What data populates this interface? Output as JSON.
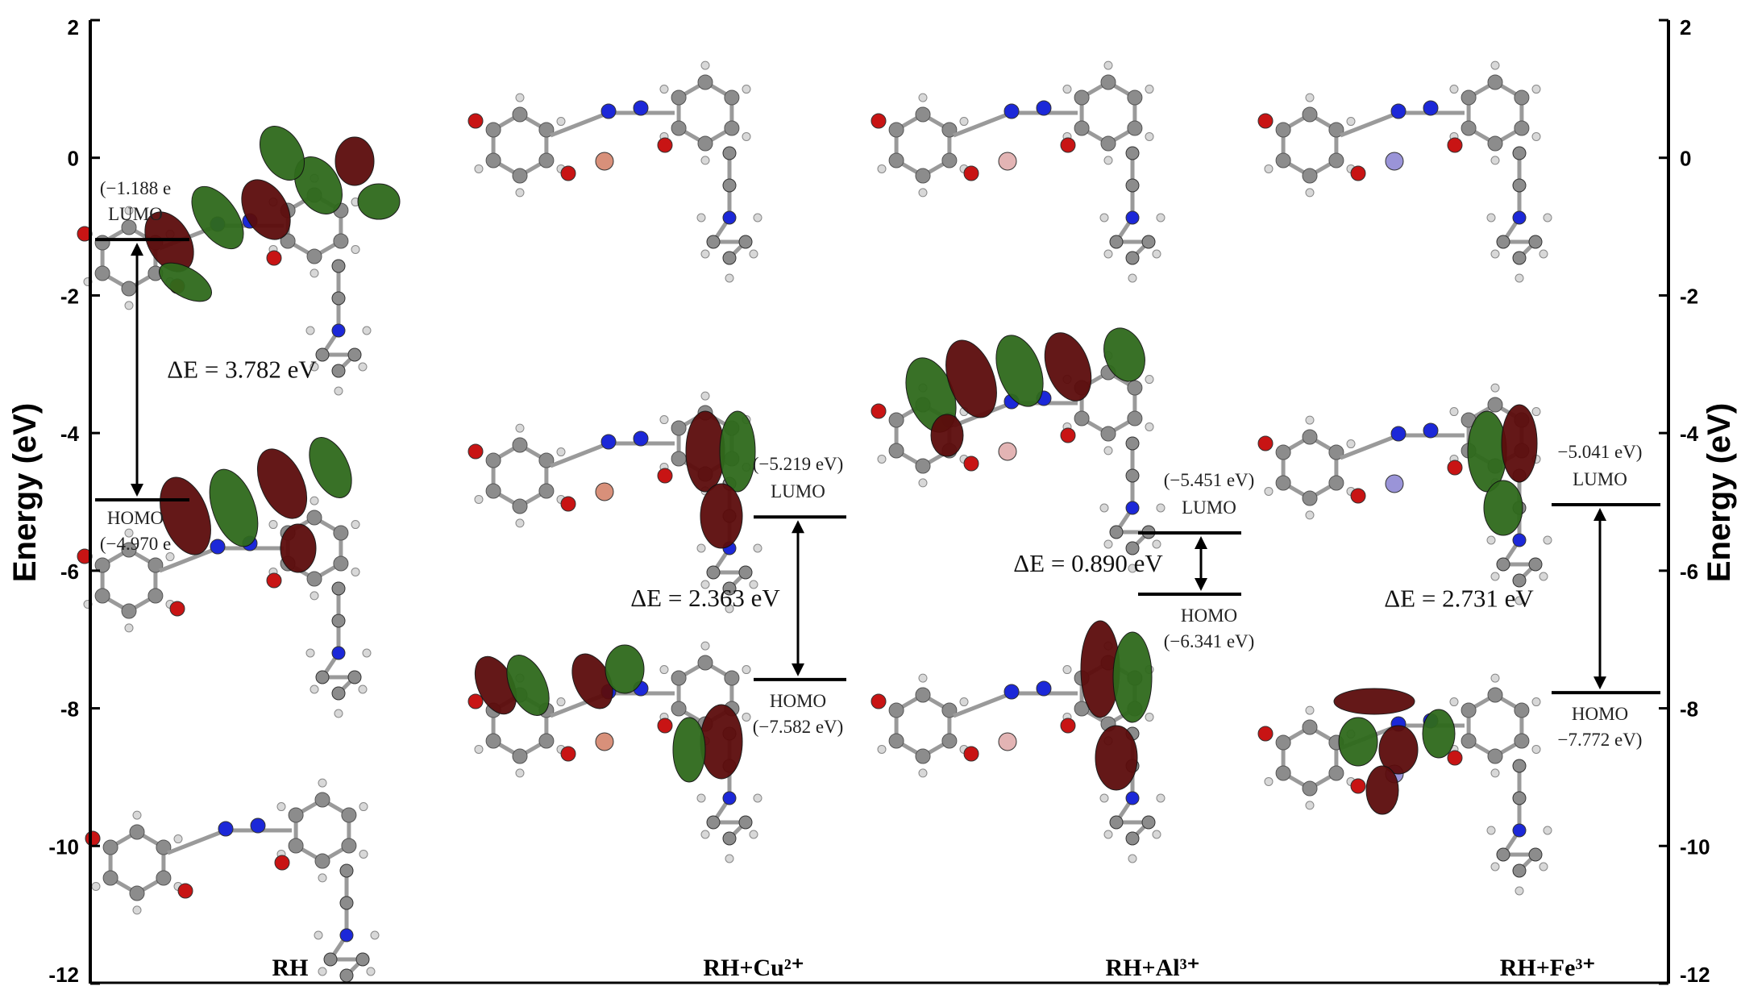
{
  "chart_data": {
    "type": "energy-level-diagram",
    "ylabel": "Energy (eV)",
    "ylim": [
      -12,
      2
    ],
    "yticks": [
      2,
      0,
      -2,
      -4,
      -6,
      -8,
      -10,
      -12
    ],
    "categories": [
      "RH",
      "RH+Cu²⁺",
      "RH+Al³⁺",
      "RH+Fe³⁺"
    ],
    "systems": [
      {
        "name": "RH",
        "lumo": -1.188,
        "homo": -4.97,
        "lumo_value_text": "(−1.188 e",
        "lumo_label": "LUMO",
        "homo_label": "HOMO",
        "homo_value_text": "(−4.970 e",
        "gap_text": "ΔE = 3.782 eV"
      },
      {
        "name": "RH+Cu²⁺",
        "lumo": -5.219,
        "homo": -7.582,
        "lumo_value_text": "(−5.219 eV)",
        "lumo_label": "LUMO",
        "homo_label": "HOMO",
        "homo_value_text": "(−7.582 eV)",
        "gap_text": "ΔE = 2.363 eV"
      },
      {
        "name": "RH+Al³⁺",
        "lumo": -5.451,
        "homo": -6.341,
        "lumo_value_text": "(−5.451 eV)",
        "lumo_label": "LUMO",
        "homo_label": "HOMO",
        "homo_value_text": "(−6.341 eV)",
        "gap_text": "ΔE = 0.890 eV"
      },
      {
        "name": "RH+Fe³⁺",
        "lumo": -5.041,
        "homo": -7.772,
        "lumo_value_text": "−5.041 eV)",
        "lumo_label": "LUMO",
        "homo_label": "HOMO",
        "homo_value_text": "−7.772 eV)",
        "gap_text": "ΔE = 2.731 eV"
      }
    ]
  },
  "colors": {
    "axis": "#000000",
    "orbital_red": "#5c0c0c",
    "orbital_green": "#2f6a1c",
    "atom_carbon": "#8c8c8c",
    "atom_hydrogen": "#d8d8d8",
    "atom_oxygen": "#c81414",
    "atom_nitrogen": "#1c28d8",
    "atom_copper": "#d8907a",
    "atom_aluminum": "#e3b4b4",
    "atom_iron": "#9a94d8"
  }
}
